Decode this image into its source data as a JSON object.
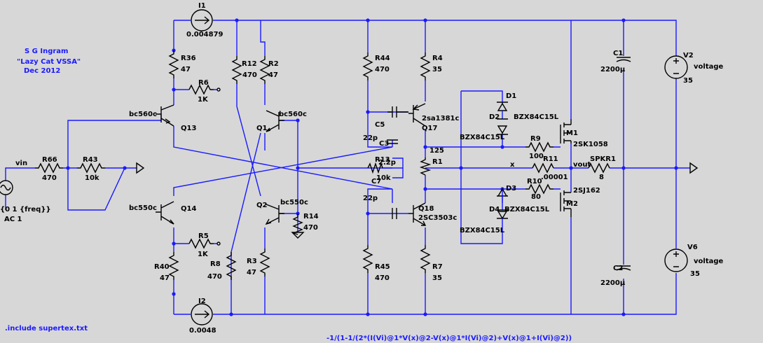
{
  "title_block": {
    "author": "S G Ingram",
    "project": "\"Lazy Cat VSSA\"",
    "date": "Dec 2012"
  },
  "directives": {
    "include": ".include supertex.txt",
    "expression": "-1/(1-1/(2*(I(Vi)@1*V(x)@2-V(x)@1*I(Vi)@2)+V(x)@1+I(Vi)@2))"
  },
  "source": {
    "net": "vin",
    "value": "{0 1 {freq}}",
    "ac": "AC 1"
  },
  "nets": {
    "x": "x",
    "vout": "vout"
  },
  "sources": {
    "I1": {
      "name": "I1",
      "value": "0.004879"
    },
    "I2": {
      "name": "I2",
      "value": "0.0048"
    },
    "V2": {
      "name": "V2",
      "value": "voltage",
      "extra": "35"
    },
    "V6": {
      "name": "V6",
      "value": "voltage",
      "extra": "35"
    }
  },
  "resistors": {
    "R36": {
      "name": "R36",
      "value": "47"
    },
    "R6": {
      "name": "R6",
      "value": "1K"
    },
    "R12": {
      "name": "R12",
      "value": "470"
    },
    "R2": {
      "name": "R2",
      "value": "47"
    },
    "R66": {
      "name": "R66",
      "value": "470"
    },
    "R43": {
      "name": "R43",
      "value": "10k"
    },
    "R14": {
      "name": "R14",
      "value": "470"
    },
    "R5": {
      "name": "R5",
      "value": "1K"
    },
    "R40": {
      "name": "R40",
      "value": "47"
    },
    "R8": {
      "name": "R8",
      "value": "470"
    },
    "R3": {
      "name": "R3",
      "value": "47"
    },
    "R44": {
      "name": "R44",
      "value": "470"
    },
    "R4": {
      "name": "R4",
      "value": "35"
    },
    "R1": {
      "name": "R1",
      "value": "125"
    },
    "R13": {
      "name": "R13",
      "value": "10k"
    },
    "R45": {
      "name": "R45",
      "value": "470"
    },
    "R7": {
      "name": "R7",
      "value": "35"
    },
    "R9": {
      "name": "R9",
      "value": "100"
    },
    "R10": {
      "name": "R10",
      "value": "80"
    },
    "R11": {
      "name": "R11",
      "value": ".00001"
    },
    "SPKR1": {
      "name": "SPKR1",
      "value": "8"
    }
  },
  "capacitors": {
    "C5": {
      "name": "C5",
      "value": "22p"
    },
    "C3": {
      "name": "C3",
      "value": "2.2p"
    },
    "C7": {
      "name": "C7",
      "value": "22p"
    },
    "C1": {
      "name": "C1",
      "value": "2200µ"
    },
    "C2": {
      "name": "C2",
      "value": "2200µ"
    }
  },
  "transistors": {
    "Q13": {
      "name": "Q13",
      "model": "bc560c"
    },
    "Q1": {
      "name": "Q1",
      "model": "bc560c"
    },
    "Q14": {
      "name": "Q14",
      "model": "bc550c"
    },
    "Q2": {
      "name": "Q2",
      "model": "bc550c"
    },
    "Q17": {
      "name": "Q17",
      "model": "2sa1381c"
    },
    "Q18": {
      "name": "Q18",
      "model": "2SC3503c"
    },
    "M1": {
      "name": "M1",
      "model": "2SK1058"
    },
    "M2": {
      "name": "M2",
      "model": "2SJ162"
    }
  },
  "diodes": {
    "D1": {
      "name": "D1",
      "model": "BZX84C15L"
    },
    "D2": {
      "name": "D2",
      "model": "BZX84C15L"
    },
    "D3": {
      "name": "D3",
      "model": "BZX84C15L"
    },
    "D4": {
      "name": "D4",
      "model": "BZX84C15L"
    }
  },
  "colors": {
    "wire": "#1a1aff",
    "part": "#000000",
    "background": "#d7d7d7"
  }
}
